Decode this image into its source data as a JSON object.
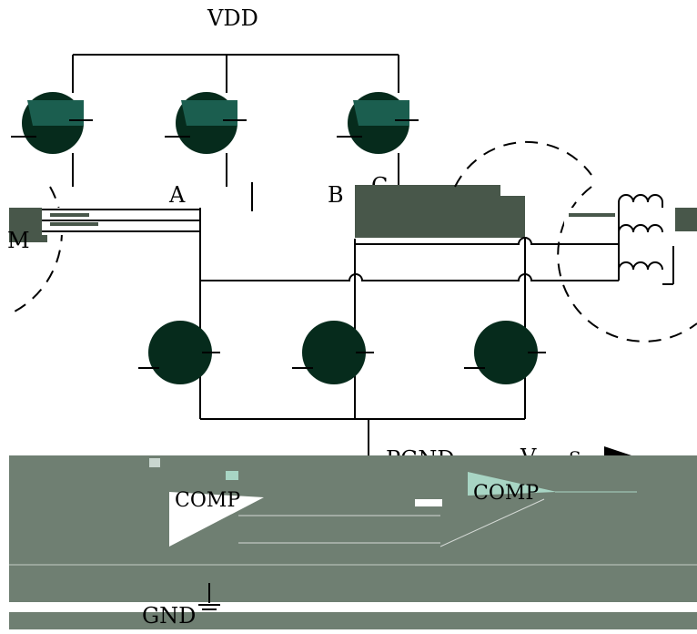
{
  "labels": {
    "vdd": "VDD",
    "phase_a": "A",
    "phase_b": "B",
    "phase_c": "C",
    "motor_left": "M",
    "pgnd": "PGND",
    "vsense": "V",
    "vsense_sub": "S",
    "comp_left": "COMP",
    "comp_right": "COMP",
    "gnd": "GND"
  },
  "colors": {
    "transistor_fill": "#062b1c",
    "transistor_accent": "#1b5e4f",
    "dark_panel": "#48574a",
    "gray_panel": "#6f7f72",
    "comp_fill_right": "#a8d5c4",
    "wire": "#000000"
  },
  "icons": {
    "high_side": "mosfet-icon",
    "low_side": "mosfet-icon",
    "coil": "inductor-icon",
    "ground": "ground-icon",
    "comparator": "comparator-icon"
  }
}
